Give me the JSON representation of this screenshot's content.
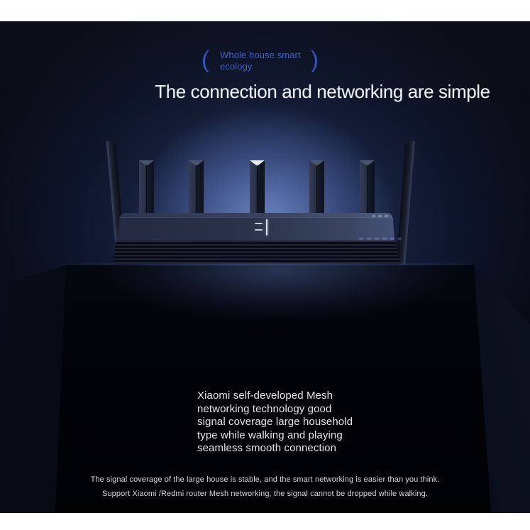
{
  "badge": {
    "arc_left": "(",
    "arc_right": ")",
    "text": "Whole house smart\necology"
  },
  "title": {
    "text": "The connection and networking are simple"
  },
  "paragraph": {
    "text": "Xiaomi self-developed Mesh\nnetworking technology good\nsignal coverage large household\ntype while walking and playing\nseamless smooth connection"
  },
  "footnote": {
    "text": "The signal coverage of the large house is stable, and the smart networking is easier than you think.\nSupport Xiaomi /Redmi router Mesh networking, the signal cannot be dropped while walking."
  },
  "colors": {
    "badge_blue": "#3e60c9",
    "glow_blue": "#5a76b2",
    "title_white": "#eef0f3",
    "paragraph_text": "#e6e6e8",
    "footnote_text": "#d9d9db",
    "stage_black": "#05070d"
  }
}
